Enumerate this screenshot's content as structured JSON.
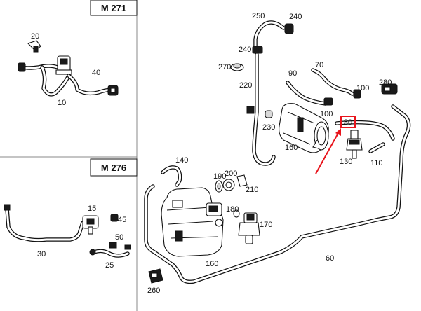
{
  "panels": {
    "m271": {
      "title": "M 271"
    },
    "m276": {
      "title": "M 276"
    }
  },
  "labels": {
    "p20": "20",
    "p40": "40",
    "p10": "10",
    "p15": "15",
    "p45": "45",
    "p50": "50",
    "p30": "30",
    "p25": "25",
    "p250": "250",
    "p240a": "240",
    "p240b": "240",
    "p270": "270",
    "p220": "220",
    "p230": "230",
    "p160a": "160",
    "p140": "140",
    "p190": "190",
    "p200": "200",
    "p210": "210",
    "p180": "180",
    "p170": "170",
    "p160b": "160",
    "p260": "260",
    "p60": "60",
    "p90": "90",
    "p70": "70",
    "p100a": "100",
    "p100b": "100",
    "p280": "280",
    "p130": "130",
    "p110": "110"
  },
  "highlight": {
    "label": "80",
    "color": "#e8141c"
  },
  "colors": {
    "line": "#111111",
    "panel_border": "#888888",
    "highlight": "#e8141c"
  }
}
